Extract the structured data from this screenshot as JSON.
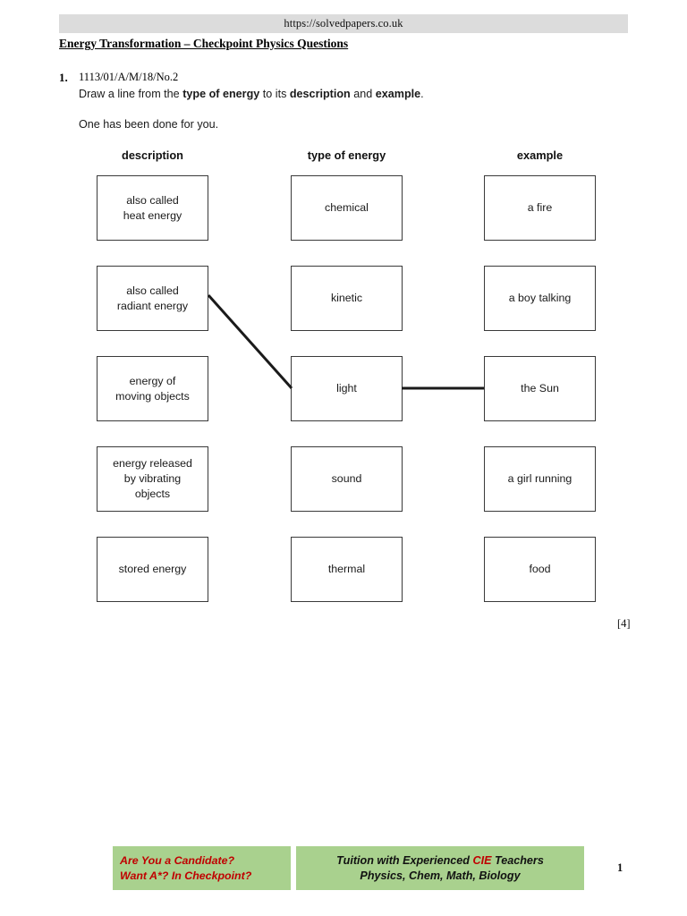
{
  "header": {
    "url": "https://solvedpapers.co.uk",
    "document_title": "Energy Transformation – Checkpoint Physics Questions",
    "bar_color": "#dcdcdc"
  },
  "question": {
    "number": "1.",
    "code": "1113/01/A/M/18/No.2",
    "instruction_part1": "Draw a line from the ",
    "instruction_bold1": "type of energy",
    "instruction_part2": " to its ",
    "instruction_bold2": "description",
    "instruction_part3": " and ",
    "instruction_bold3": "example",
    "instruction_part4": ".",
    "note": "One has been done for you.",
    "marks": "[4]"
  },
  "columns": {
    "description_header": "description",
    "type_header": "type of energy",
    "example_header": "example"
  },
  "description_boxes": [
    {
      "line1": "also called",
      "line2": "heat energy"
    },
    {
      "line1": "also called",
      "line2": "radiant energy"
    },
    {
      "line1": "energy of",
      "line2": "moving objects"
    },
    {
      "line1": "energy released",
      "line2": "by vibrating",
      "line3": "objects"
    },
    {
      "line1": "stored energy",
      "line2": ""
    }
  ],
  "type_boxes": [
    {
      "label": "chemical"
    },
    {
      "label": "kinetic"
    },
    {
      "label": "light"
    },
    {
      "label": "sound"
    },
    {
      "label": "thermal"
    }
  ],
  "example_boxes": [
    {
      "label": "a fire"
    },
    {
      "label": "a boy talking"
    },
    {
      "label": "the Sun"
    },
    {
      "label": "a girl running"
    },
    {
      "label": "food"
    }
  ],
  "connections": [
    {
      "from": "also called radiant energy",
      "to": "light",
      "style": "diagonal"
    },
    {
      "from": "light",
      "to": "the Sun",
      "style": "horizontal"
    }
  ],
  "footer": {
    "promo_left_line1": "Are You a Candidate?",
    "promo_left_line2": "Want A*? In Checkpoint?",
    "promo_right_line1_a": "Tuition with Experienced ",
    "promo_right_line1_cie": "CIE",
    "promo_right_line1_b": " Teachers",
    "promo_right_line2": "Physics, Chem, Math, Biology",
    "page_number": "1",
    "panel_color": "#a9d18e",
    "accent_color": "#c00000"
  }
}
